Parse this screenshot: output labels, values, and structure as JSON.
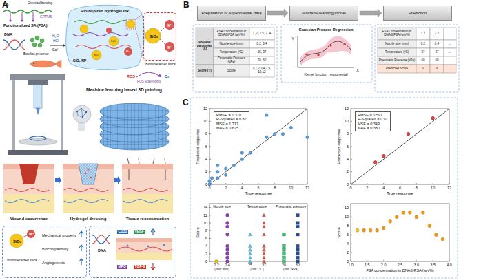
{
  "diagram": {
    "nodes": [
      {
        "text": [
          "SiO₂",
          "M²⁺",
          "M²⁺",
          "Biomineralized silica"
        ]
      },
      {
        "text": [
          "SiO₂",
          "M²⁺",
          "Biomineralized silica",
          "Mechanical property",
          "Biocompatibility",
          "Angiogenesis"
        ]
      },
      {
        "text": [
          "DNA",
          "CD31",
          "VEGF",
          "MPO",
          "TGF-β"
        ]
      },
      {
        "text": [
          "Preparation of experimental data"
        ]
      },
      {
        "text": [
          "Machine learning model"
        ]
      },
      {
        "text": [
          "Prediction"
        ]
      },
      {
        "text": [
          "RMSE = 1.310",
          "R-Squared = 0.82",
          "MSE = 1.717",
          "MAE = 0.625"
        ]
      },
      {
        "text": [
          "RMSE = 0.591",
          "R-Squared = 0.97",
          "MSE = 0.349",
          "MAE = 0.380"
        ]
      }
    ],
    "edges": [
      {
        "from": 3,
        "to": 4,
        "arrow": "to"
      },
      {
        "from": 4,
        "to": 5,
        "arrow": "to"
      }
    ],
    "labels": [
      "A",
      "SA",
      "Chemical bonding",
      "GPTMS",
      "Functionalized SA (FSA)",
      "DNA",
      "Biosilica precursor",
      "Ca²⁺",
      "H₂O",
      "HCl",
      "Bioinspired hydrogel ink",
      "SiO₂ NP",
      "SiO₂",
      "SiO₂",
      "M²⁺",
      "Machine learning based 3D printing",
      "ROS",
      "ROS scavenging",
      "O₂",
      "Wound occurrence",
      "Hydrogel dressing",
      "Tissue reconstruction",
      "B",
      "Process parameter (X)",
      "FSA Concentration in DNA@FSA (w/v%)",
      "1, 2, 2.5, 3, 4",
      "Nozzle size (mm)",
      "0.2, 0.4",
      "Temperature (°C)",
      "25, 37",
      "Pneumatic Pressure (kPa)",
      "20, 60",
      "Score (Y)",
      "Score",
      "0,1,2,3,4,7,9, 10,12",
      "Gaussian Process Regression",
      "Y",
      "X",
      "Kernel function : exponential",
      "FSA Concentration in DNA@FSA (w/v%)",
      "1.2",
      "2.2",
      "...",
      "Nozzle size (mm)",
      "0.2",
      "0.4",
      "...",
      "Temperature (°C)",
      "27",
      "37",
      "...",
      "Pneumatic Pressure (kPa)",
      "60",
      "60",
      "...",
      "Predicted Score",
      "0",
      "9",
      "...",
      "C",
      "0",
      "2",
      "4",
      "6",
      "8",
      "10",
      "12",
      "0",
      "2",
      "4",
      "6",
      "8",
      "10",
      "12",
      "True response",
      "Predicted response",
      "0",
      "2",
      "4",
      "6",
      "8",
      "10",
      "12",
      "0",
      "2",
      "4",
      "6",
      "8",
      "10",
      "12",
      "True response",
      "Predicted response",
      "0",
      "2",
      "4",
      "6",
      "8",
      "10",
      "12",
      "14",
      "Score",
      "Nozzle size",
      "Temperature",
      "Pneumatic pressure",
      "0.2",
      "0.4",
      "(unit : mm)",
      "25",
      "37",
      "(unit : °C)",
      "20",
      "60",
      "(unit : kPa)",
      "0",
      "2",
      "4",
      "6",
      "8",
      "10",
      "12",
      "1.0",
      "1.5",
      "2.0",
      "2.5",
      "3.0",
      "3.5",
      "4.0",
      "FSA concentration in DNA@FSA (w/v%)",
      "Score"
    ]
  }
}
